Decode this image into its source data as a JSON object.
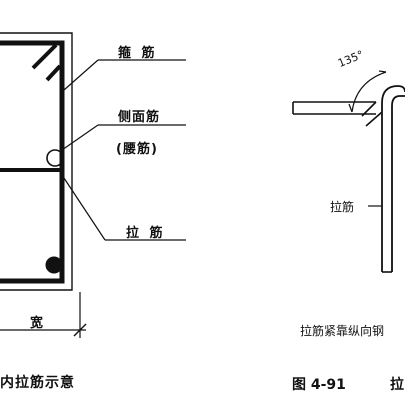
{
  "left_figure": {
    "labels": {
      "stirrup": "箍 筋",
      "side_bar": "侧面筋",
      "waist_bar": "(腰筋)",
      "tie_bar": "拉 筋",
      "width": "宽"
    },
    "caption": "内拉筋示意"
  },
  "right_figure": {
    "angle_label": "135°",
    "tie_label": "拉筋",
    "note": "拉筋紧靠纵向钢",
    "figure_number": "图 4-91",
    "caption": "拉"
  }
}
